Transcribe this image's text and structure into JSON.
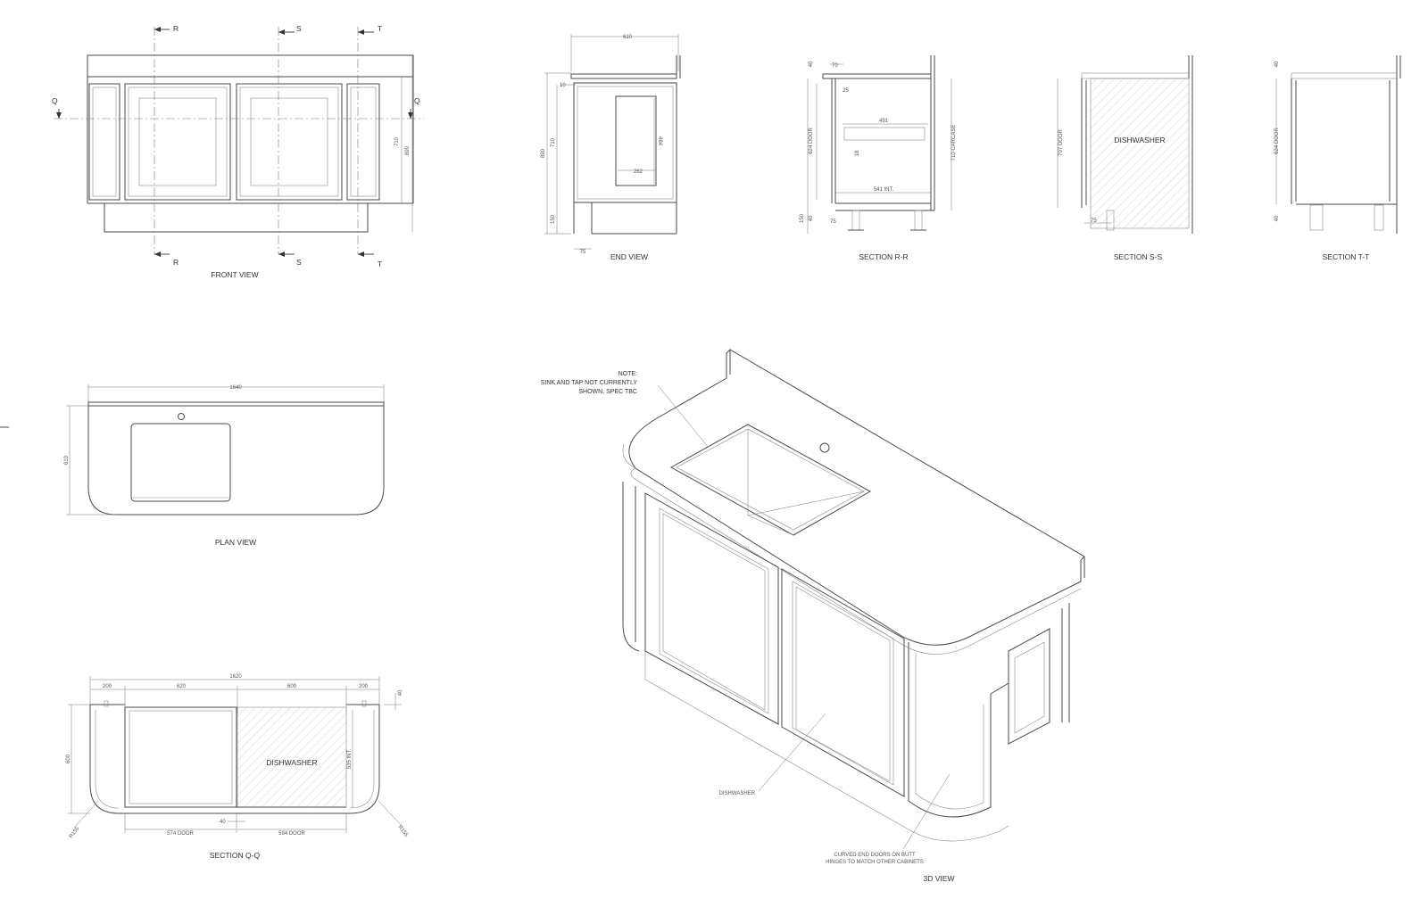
{
  "views": {
    "front": "FRONT VIEW",
    "end": "END VIEW",
    "section_rr": "SECTION R-R",
    "section_ss": "SECTION S-S",
    "section_tt": "SECTION T-T",
    "plan": "PLAN VIEW",
    "section_qq": "SECTION Q-Q",
    "view_3d": "3D VIEW"
  },
  "section_marks": {
    "r": "R",
    "s": "S",
    "t": "T",
    "q": "Q"
  },
  "dimensions": {
    "front_710": "710",
    "front_890": "890",
    "end_610": "610",
    "end_10": "10",
    "end_890": "890",
    "end_710": "710",
    "end_150": "150",
    "end_484": "484",
    "end_262": "262",
    "end_75": "75",
    "rr_40": "40",
    "rr_70": "70",
    "rr_25": "25",
    "rr_624": "624 DOOR",
    "rr_491": "491",
    "rr_18": "18",
    "rr_541": "541 INT.",
    "rr_710": "710 CARCASE",
    "rr_150": "150",
    "rr_40b": "40",
    "rr_75": "75",
    "ss_707": "707 DOOR",
    "ss_75": "75",
    "tt_40": "40",
    "tt_624": "624 DOOR",
    "tt_40b": "40",
    "plan_1640": "1640",
    "plan_610": "610",
    "qq_1620": "1620",
    "qq_200a": "200",
    "qq_620": "620",
    "qq_600": "600",
    "qq_200b": "200",
    "qq_40": "40",
    "qq_600v": "600",
    "qq_535": "535 INT.",
    "qq_40b": "40",
    "qq_574": "574 DOOR",
    "qq_594": "594 DOOR",
    "qq_r155a": "R155",
    "qq_r155b": "R155"
  },
  "labels": {
    "dishwasher_ss": "DISHWASHER",
    "dishwasher_qq": "DISHWASHER",
    "dishwasher_3d": "DISHWASHER"
  },
  "notes": {
    "sink_1": "NOTE:",
    "sink_2": "SINK AND TAP NOT CURRENTLY",
    "sink_3": "SHOWN.  SPEC TBC",
    "doors_1": "CURVED END DOORS ON BUTT",
    "doors_2": "HINGES TO MATCH OTHER CABINETS"
  }
}
